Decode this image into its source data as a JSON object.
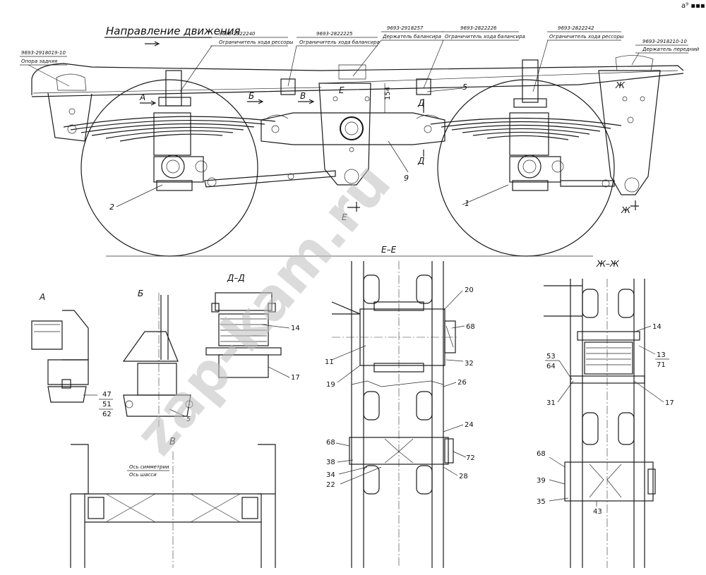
{
  "title": "Направление движения",
  "corner_mark": "a⁹ ▪▪▪",
  "part_callouts": [
    {
      "code": "9693-2918019-10",
      "name": "Опора задняя"
    },
    {
      "code": "9693-2822240",
      "name": "Ограничитель хода рессоры"
    },
    {
      "code": "9693-2822225",
      "name": "Ограничитель хода балансира"
    },
    {
      "code": "9693-2918257",
      "name": "Держатель балансира"
    },
    {
      "code": "9693-2822226",
      "name": "Ограничитель хода балансира"
    },
    {
      "code": "9693-2822242",
      "name": "Ограничитель хода рессоры"
    },
    {
      "code": "9693-2918210-10",
      "name": "Держатель передний"
    }
  ],
  "section_marks": {
    "a": "А",
    "b": "Б",
    "v": "В",
    "d": "Д",
    "e": "Е",
    "zh": "Ж"
  },
  "view_titles": {
    "a": "А",
    "b": "Б",
    "v": "В",
    "dd": "Д–Д",
    "ee": "Е–Е",
    "zhzh": "Ж–Ж"
  },
  "dimension": "154",
  "main_numbers": [
    "2",
    "1",
    "9",
    "5"
  ],
  "view_b_numbers": [
    "5"
  ],
  "view_a_numbers": [
    "47",
    "51",
    "62"
  ],
  "view_dd_numbers": [
    "14",
    "17"
  ],
  "view_ee_numbers": [
    "20",
    "68",
    "11",
    "32",
    "19",
    "26",
    "24",
    "68",
    "72",
    "38",
    "34",
    "22",
    "28"
  ],
  "view_zhzh_numbers": [
    "14",
    "13",
    "71",
    "53",
    "64",
    "31",
    "17",
    "68",
    "39",
    "35",
    "43"
  ],
  "axis_labels": [
    "Ось симметрии",
    "Ось шасси"
  ],
  "watermark": "zap-kam.ru"
}
